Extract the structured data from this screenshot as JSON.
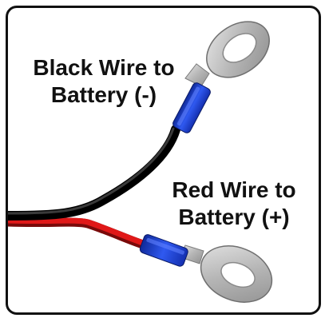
{
  "labels": {
    "black_line1": "Black Wire to",
    "black_line2": "Battery (-)",
    "red_line1": "Red Wire to",
    "red_line2": "Battery (+)"
  },
  "colors": {
    "frame_border": "#111111",
    "text": "#111111",
    "black_wire": "#161616",
    "red_wire": "#e01818",
    "blue_sleeve": "#1e3fd0",
    "terminal_metal": "#b9b9b9"
  }
}
